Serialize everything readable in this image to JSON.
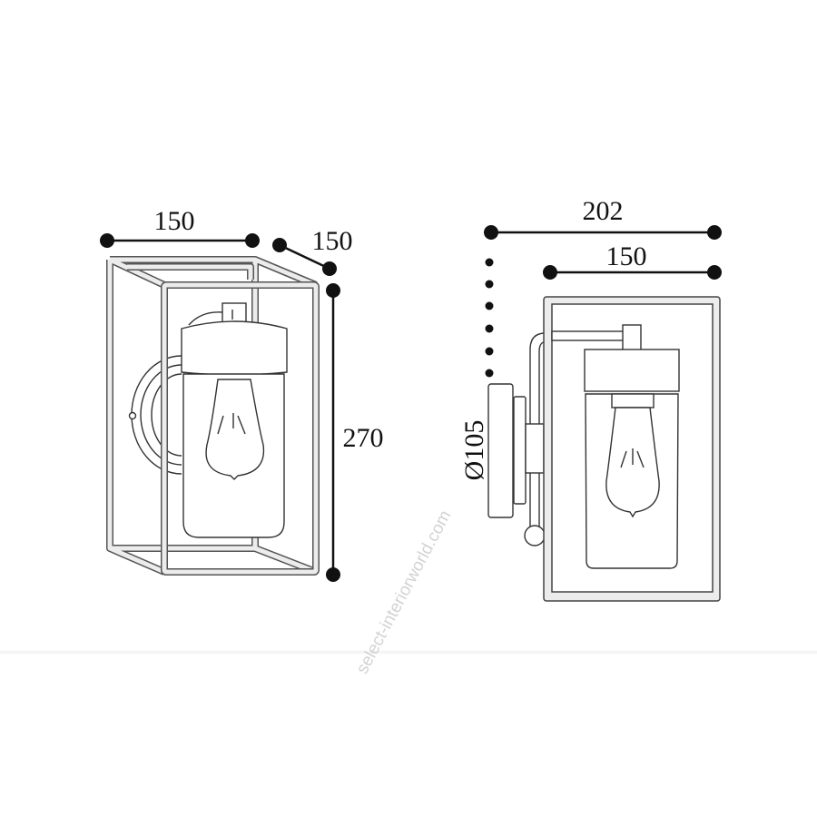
{
  "front_view": {
    "width_label": "150",
    "depth_label": "150",
    "height_label": "270"
  },
  "side_view": {
    "projection_label": "202",
    "width_label": "150",
    "plate_diameter_label": "Ø105"
  },
  "watermark": "select-interiorworld.com",
  "colors": {
    "line": "#333333",
    "frame_fill": "#ececec",
    "dimension": "#111111"
  }
}
